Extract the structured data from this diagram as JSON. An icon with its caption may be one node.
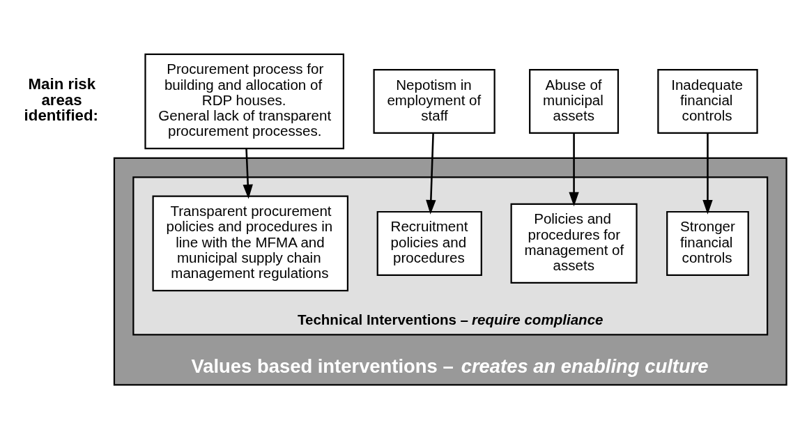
{
  "diagram": {
    "nodes": [
      {
        "text": [
          "Values based interventions – *creates an enabling culture*"
        ]
      },
      {
        "text": [
          "Technical Interventions – *require compliance*"
        ],
        "in": 0
      },
      {
        "text": [
          "Procurement process for building and allocation of RDP houses.",
          "General lack of transparent procurement processes."
        ]
      },
      {
        "text": [
          "Nepotism in employment of staff"
        ]
      },
      {
        "text": [
          "Abuse of municipal assets"
        ]
      },
      {
        "text": [
          "Inadequate financial controls"
        ]
      },
      {
        "text": [
          "Transparent procurement policies and procedures in line with the MFMA and municipal supply chain management regulations"
        ],
        "in": 1
      },
      {
        "text": [
          "Recruitment policies and procedures"
        ],
        "in": 1
      },
      {
        "text": [
          "Policies and procedures for management of assets"
        ],
        "in": 1
      },
      {
        "text": [
          "Stronger financial controls"
        ],
        "in": 1
      }
    ],
    "edges": [
      {
        "from": 2,
        "to": 6,
        "arrow": "to"
      },
      {
        "from": 3,
        "to": 7,
        "arrow": "to"
      },
      {
        "from": 4,
        "to": 8,
        "arrow": "to"
      },
      {
        "from": 5,
        "to": 9,
        "arrow": "to"
      }
    ],
    "labels": [
      "Main risk areas identified:"
    ]
  }
}
